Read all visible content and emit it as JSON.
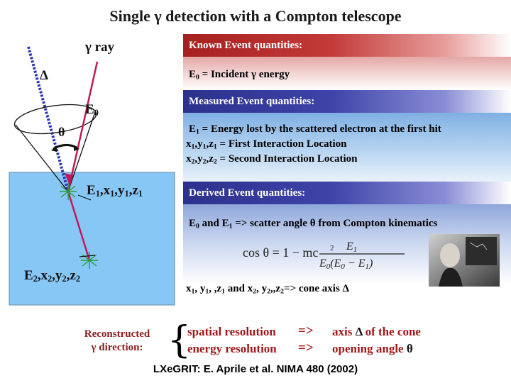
{
  "title": "Single γ detection with a Compton telescope",
  "diagram": {
    "gamma_ray_label": "γ ray",
    "delta_label": "Δ",
    "e0_label": "E0",
    "theta_label": "θ",
    "first_hit_label": "E1,x1,y1,z1",
    "second_hit_label": "E2,x2,y2,z2"
  },
  "panels": {
    "known_title": "Known Event quantities:",
    "known_line": "E0 = Incident γ energy",
    "measured_title": "Measured Event quantities:",
    "measured_lines": [
      "E1 = Energy lost by the scattered electron at the first hit",
      "x1,y1,z1 = First Interaction Location",
      "x2,y2,z2 = Second Interaction Location"
    ],
    "derived_title": "Derived Event quantities:",
    "derived_line1": "E0 and E1 => scatter angle θ from Compton kinematics",
    "derived_line2": "x1, y1, ,z1 and x2, y2,,z2=> cone axis Δ"
  },
  "formula": {
    "lhs": "cos θ = 1 − mc",
    "numerator": "E1",
    "denominator": "E0(E0 − E1)"
  },
  "reconstruction": {
    "label_line1": "Reconstructed",
    "label_line2": "γ direction:",
    "row1_left": "spatial resolution",
    "row1_right": "axis Δ of the cone",
    "row2_left": "energy resolution",
    "row2_right": "opening angle θ",
    "arrow": "=>"
  },
  "citation": "LXeGRIT: E. Aprile et al. NIMA 480 (2002)",
  "colors": {
    "known_bar": "#a5201f",
    "measured_bar": "#2c318d",
    "detector_fill": "#87c7f5",
    "ray_color": "#c2185b",
    "cone_axis": "#2a35b8"
  }
}
